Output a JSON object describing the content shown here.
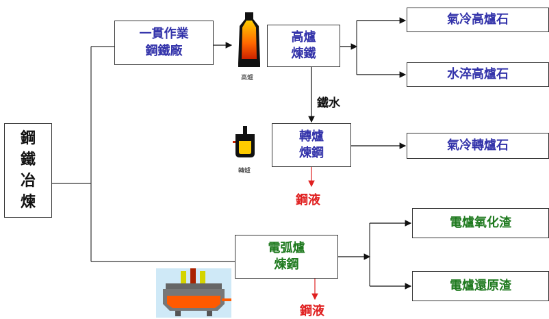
{
  "root": {
    "lines": [
      "鋼",
      "鐵",
      "冶",
      "煉"
    ]
  },
  "integrated_mill": {
    "line1": "一貫作業",
    "line2": "鋼鐵廠"
  },
  "blast_furnace": {
    "line1": "高爐",
    "line2": "煉鐵",
    "icon_caption": "高爐"
  },
  "bf_slag_air": "氣冷高爐石",
  "bf_slag_water": "水淬高爐石",
  "hot_metal_label": "鐵水",
  "converter": {
    "line1": "轉爐",
    "line2": "煉鋼",
    "icon_caption": "轉爐"
  },
  "converter_slag": "氣冷轉爐石",
  "converter_output": "鋼液",
  "eaf": {
    "line1": "電弧爐",
    "line2": "煉鋼"
  },
  "eaf_oxidizing_slag": "電爐氧化渣",
  "eaf_reducing_slag": "電爐還原渣",
  "eaf_output": "鋼液",
  "colors": {
    "blue": "#3333aa",
    "green": "#1f7a1f",
    "red": "#e02020"
  }
}
